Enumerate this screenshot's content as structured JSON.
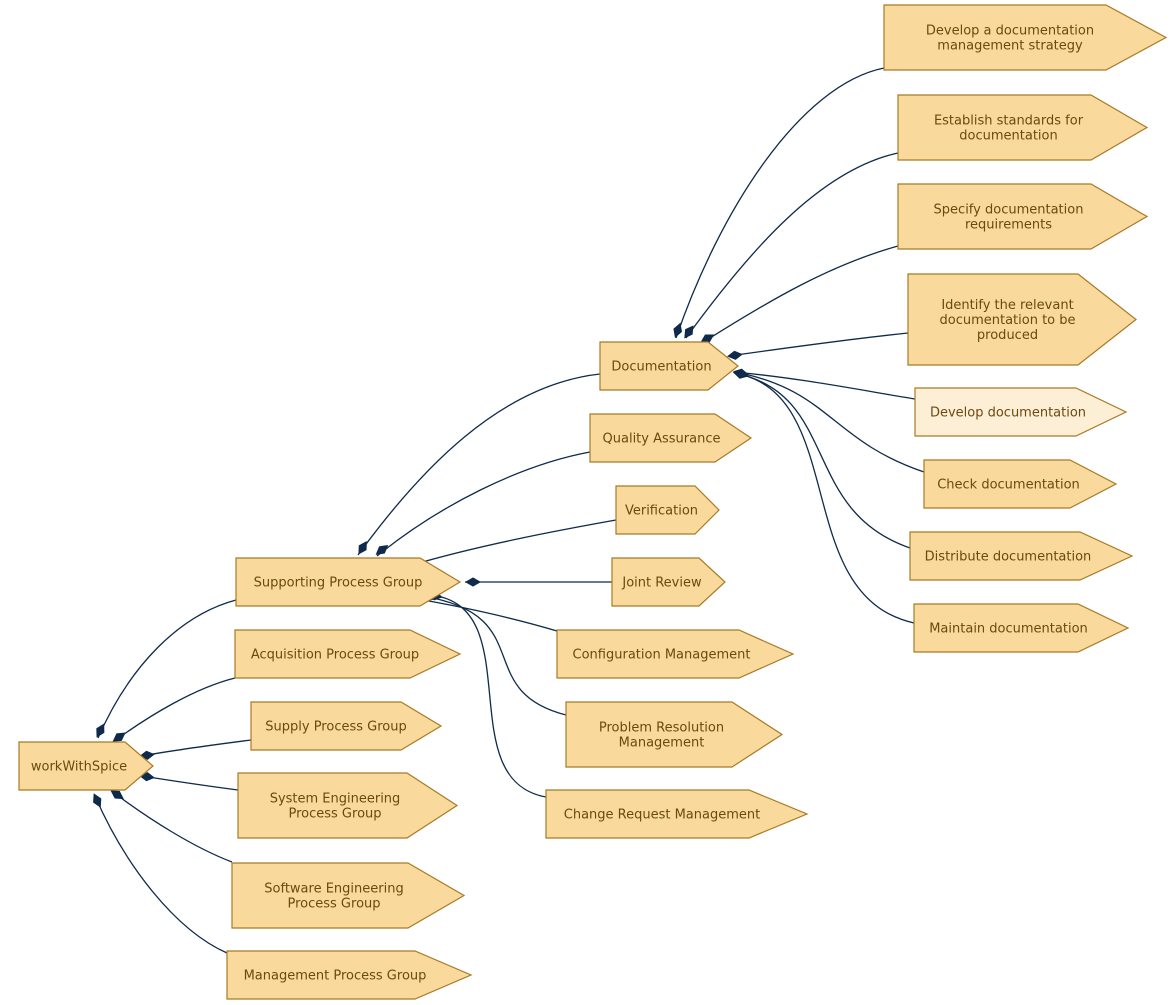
{
  "colors": {
    "node_fill": "#fad99c",
    "node_fill_light": "#fdeed6",
    "node_stroke": "#a87b26",
    "label": "#6b4a10",
    "edge": "#0f2a4a"
  },
  "nodes": {
    "workWithSpice": {
      "lines": [
        "workWithSpice"
      ]
    },
    "supporting": {
      "lines": [
        "Supporting Process Group"
      ]
    },
    "acquisition": {
      "lines": [
        "Acquisition Process Group"
      ]
    },
    "supply": {
      "lines": [
        "Supply Process Group"
      ]
    },
    "systemEng": {
      "lines": [
        "System Engineering",
        "Process Group"
      ]
    },
    "softwareEng": {
      "lines": [
        "Software Engineering",
        "Process Group"
      ]
    },
    "management": {
      "lines": [
        "Management Process Group"
      ]
    },
    "documentation": {
      "lines": [
        "Documentation"
      ]
    },
    "qualityAssurance": {
      "lines": [
        "Quality Assurance"
      ]
    },
    "verification": {
      "lines": [
        "Verification"
      ]
    },
    "jointReview": {
      "lines": [
        "Joint Review"
      ]
    },
    "configMgmt": {
      "lines": [
        "Configuration Management"
      ]
    },
    "problemRes": {
      "lines": [
        "Problem Resolution",
        "Management"
      ]
    },
    "changeReq": {
      "lines": [
        "Change Request Management"
      ]
    },
    "docStrategy": {
      "lines": [
        "Develop a documentation",
        "management strategy"
      ]
    },
    "docStandards": {
      "lines": [
        "Establish standards for",
        "documentation"
      ]
    },
    "docRequirements": {
      "lines": [
        "Specify documentation",
        "requirements"
      ]
    },
    "docIdentify": {
      "lines": [
        "Identify the relevant",
        "documentation to be",
        "produced"
      ]
    },
    "docDevelop": {
      "lines": [
        "Develop documentation"
      ],
      "highlight": true
    },
    "docCheck": {
      "lines": [
        "Check documentation"
      ]
    },
    "docDistribute": {
      "lines": [
        "Distribute documentation"
      ]
    },
    "docMaintain": {
      "lines": [
        "Maintain documentation"
      ]
    }
  }
}
